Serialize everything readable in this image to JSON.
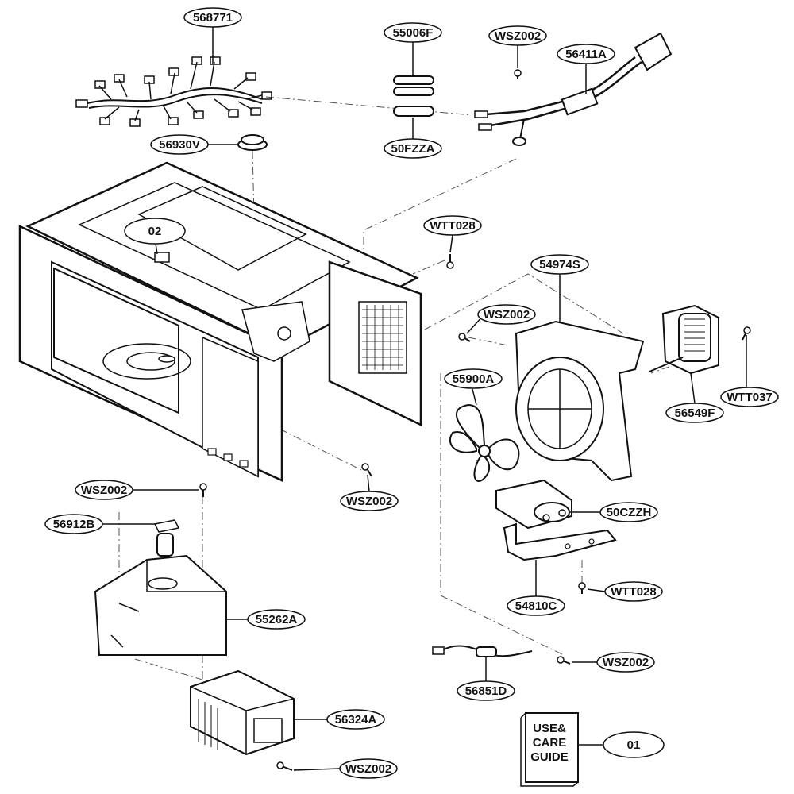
{
  "parts": {
    "p568771": "568771",
    "p55006F": "55006F",
    "pWSZ002_top": "WSZ002",
    "p56411A": "56411A",
    "p56930V": "56930V",
    "p50FZZA": "50FZZA",
    "p02": "02",
    "pWTT028_top": "WTT028",
    "p54974S": "54974S",
    "pWSZ002_mid": "WSZ002",
    "p55900A": "55900A",
    "pWTT037": "WTT037",
    "p56549F": "56549F",
    "pWSZ002_left": "WSZ002",
    "pWSZ002_center": "WSZ002",
    "p56912B": "56912B",
    "p50CZZH": "50CZZH",
    "p55262A": "55262A",
    "p54810C": "54810C",
    "pWTT028_bottom": "WTT028",
    "p56851D": "56851D",
    "pWSZ002_right": "WSZ002",
    "p56324A": "56324A",
    "pWSZ002_bottom": "WSZ002",
    "p01": "01"
  },
  "guide": {
    "line1": "USE&",
    "line2": "CARE",
    "line3": "GUIDE"
  }
}
